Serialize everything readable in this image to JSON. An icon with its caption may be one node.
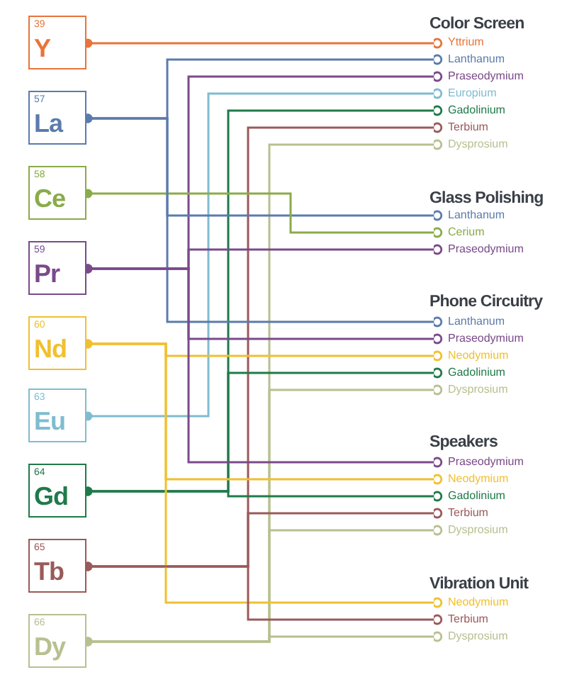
{
  "diagram": {
    "nodes": [
      {
        "text": [
          "39",
          "Y"
        ]
      },
      {
        "text": [
          "57",
          "La"
        ]
      },
      {
        "text": [
          "58",
          "Ce"
        ]
      },
      {
        "text": [
          "59",
          "Pr"
        ]
      },
      {
        "text": [
          "60",
          "Nd"
        ]
      },
      {
        "text": [
          "63",
          "Eu"
        ]
      },
      {
        "text": [
          "64",
          "Gd"
        ]
      },
      {
        "text": [
          "65",
          "Tb"
        ]
      },
      {
        "text": [
          "66",
          "Dy"
        ]
      },
      {
        "text": [
          "Yttrium"
        ]
      },
      {
        "text": [
          "Lanthanum"
        ]
      },
      {
        "text": [
          "Praseodymium"
        ]
      },
      {
        "text": [
          "Europium"
        ]
      },
      {
        "text": [
          "Gadolinium"
        ]
      },
      {
        "text": [
          "Terbium"
        ]
      },
      {
        "text": [
          "Dysprosium"
        ]
      },
      {
        "text": [
          "Lanthanum"
        ]
      },
      {
        "text": [
          "Cerium"
        ]
      },
      {
        "text": [
          "Praseodymium"
        ]
      },
      {
        "text": [
          "Lanthanum"
        ]
      },
      {
        "text": [
          "Praseodymium"
        ]
      },
      {
        "text": [
          "Neodymium"
        ]
      },
      {
        "text": [
          "Gadolinium"
        ]
      },
      {
        "text": [
          "Dysprosium"
        ]
      },
      {
        "text": [
          "Praseodymium"
        ]
      },
      {
        "text": [
          "Neodymium"
        ]
      },
      {
        "text": [
          "Gadolinium"
        ]
      },
      {
        "text": [
          "Terbium"
        ]
      },
      {
        "text": [
          "Dysprosium"
        ]
      },
      {
        "text": [
          "Neodymium"
        ]
      },
      {
        "text": [
          "Terbium"
        ]
      },
      {
        "text": [
          "Dysprosium"
        ]
      }
    ],
    "edges": [
      {
        "from": 0,
        "to": 9,
        "arrow": "other",
        "color": "#e8743b"
      },
      {
        "from": 1,
        "to": 10,
        "arrow": "other",
        "color": "#5b7bab"
      },
      {
        "from": 3,
        "to": 11,
        "arrow": "other",
        "color": "#7a4a8a"
      },
      {
        "from": 5,
        "to": 12,
        "arrow": "other",
        "color": "#7fbcd0"
      },
      {
        "from": 6,
        "to": 13,
        "arrow": "other",
        "color": "#1f7a4a"
      },
      {
        "from": 7,
        "to": 14,
        "arrow": "other",
        "color": "#9a5a5a"
      },
      {
        "from": 8,
        "to": 15,
        "arrow": "other",
        "color": "#b8c090"
      },
      {
        "from": 1,
        "to": 16,
        "arrow": "other",
        "color": "#5b7bab"
      },
      {
        "from": 2,
        "to": 17,
        "arrow": "other",
        "color": "#8aab4a"
      },
      {
        "from": 3,
        "to": 18,
        "arrow": "other",
        "color": "#7a4a8a"
      },
      {
        "from": 1,
        "to": 19,
        "arrow": "other",
        "color": "#5b7bab"
      },
      {
        "from": 3,
        "to": 20,
        "arrow": "other",
        "color": "#7a4a8a"
      },
      {
        "from": 4,
        "to": 21,
        "arrow": "other",
        "color": "#f0c030"
      },
      {
        "from": 6,
        "to": 22,
        "arrow": "other",
        "color": "#1f7a4a"
      },
      {
        "from": 8,
        "to": 23,
        "arrow": "other",
        "color": "#b8c090"
      },
      {
        "from": 3,
        "to": 24,
        "arrow": "other",
        "color": "#7a4a8a"
      },
      {
        "from": 4,
        "to": 25,
        "arrow": "other",
        "color": "#f0c030"
      },
      {
        "from": 6,
        "to": 26,
        "arrow": "other",
        "color": "#1f7a4a"
      },
      {
        "from": 7,
        "to": 27,
        "arrow": "other",
        "color": "#9a5a5a"
      },
      {
        "from": 8,
        "to": 28,
        "arrow": "other",
        "color": "#b8c090"
      },
      {
        "from": 4,
        "to": 29,
        "arrow": "other",
        "color": "#f0c030"
      },
      {
        "from": 7,
        "to": 30,
        "arrow": "other",
        "color": "#9a5a5a"
      },
      {
        "from": 8,
        "to": 31,
        "arrow": "other",
        "color": "#b8c090"
      }
    ],
    "labels": [
      "Color Screen",
      "Glass Polishing",
      "Phone Circuitry",
      "Speakers",
      "Vibration Unit"
    ]
  }
}
